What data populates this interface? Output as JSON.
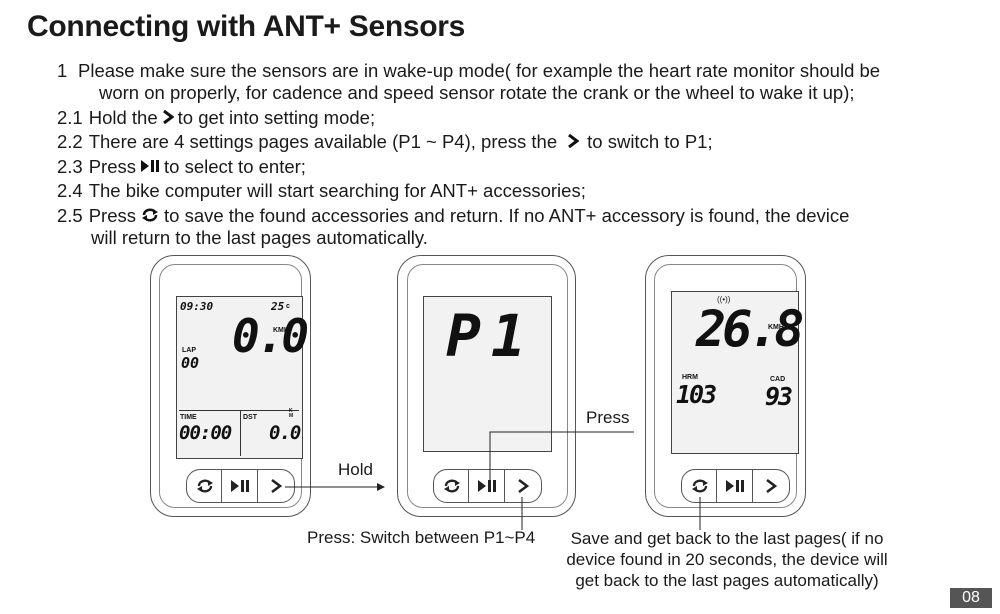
{
  "title": "Connecting with ANT+ Sensors",
  "steps": [
    {
      "num": "1",
      "lines": [
        "Please make sure the sensors are in wake-up mode( for example the heart rate monitor should be",
        "worn on properly, for cadence and speed sensor rotate the crank or the wheel to wake it up);"
      ]
    },
    {
      "num": "2.1",
      "pre": "Hold the",
      "icon": "next-arrow-icon",
      "post": "to get into setting mode;"
    },
    {
      "num": "2.2",
      "pre": "There are 4 settings pages available (P1 ~ P4), press the",
      "icon": "next-arrow-icon",
      "post": "to switch to P1;"
    },
    {
      "num": "2.3",
      "pre": "Press",
      "icon": "play-pause-icon",
      "post": "to select to enter;"
    },
    {
      "num": "2.4",
      "pre": "The bike computer will start searching for ANT+ accessories;"
    },
    {
      "num": "2.5",
      "pre": "Press",
      "icon": "return-loop-icon",
      "post": "to save the found accessories and return. If no ANT+ accessory is found, the device",
      "cont": "will return to the last pages automatically."
    }
  ],
  "device1": {
    "clock": "09:30",
    "temp": "25",
    "temp_unit": "c",
    "speed": "0.0",
    "speed_unit": "KMH",
    "lap_label": "LAP",
    "lap_value": "00",
    "time_label": "TIME",
    "time_value": "00:00",
    "dst_label": "DST",
    "dst_unit": "KM",
    "dst_value": "0.0"
  },
  "device2": {
    "screen_text": "P1"
  },
  "device3": {
    "speed": "26.8",
    "speed_unit": "KMH",
    "hrm_label": "HRM",
    "hrm_value": "103",
    "cad_label": "CAD",
    "cad_value": "93"
  },
  "callouts": {
    "hold": "Hold",
    "press": "Press",
    "switch": "Press: Switch between P1~P4",
    "save": "Save and get back to the last pages( if no device found in 20 seconds, the device will get back to the last pages automatically)"
  },
  "page_number": "08",
  "colors": {
    "text": "#1a1a1a",
    "page_badge": "#555555",
    "screen": "#f2f2f2"
  }
}
